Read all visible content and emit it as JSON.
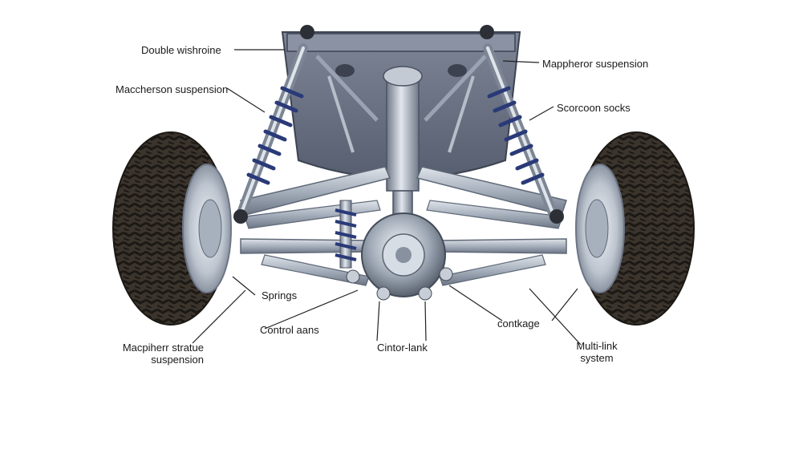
{
  "diagram": {
    "labels": {
      "double_wishbone": "Double wishroine",
      "macpherson_left": "Maccherson suspension",
      "macpherson_right": "Mappheror suspension",
      "shocks": "Scorcoon socks",
      "springs": "Springs",
      "control_arms": "Control aans",
      "center_link": "Cintor-lank",
      "linkage": "contkage",
      "multi_link_1": "Multi-link",
      "multi_link_2": "system",
      "strut_1": "Macpiherr stratue",
      "strut_2": "suspension"
    },
    "colors": {
      "tire": "#3b342d",
      "tire_tread": "#1c1814",
      "rim": "#c9d0d8",
      "frame": "#6f7788",
      "frame_dark": "#4a5160",
      "arm": "#a9b2bf",
      "arm_edge": "#5f6877",
      "spring": "#2a3a78",
      "leader": "#222222"
    }
  }
}
